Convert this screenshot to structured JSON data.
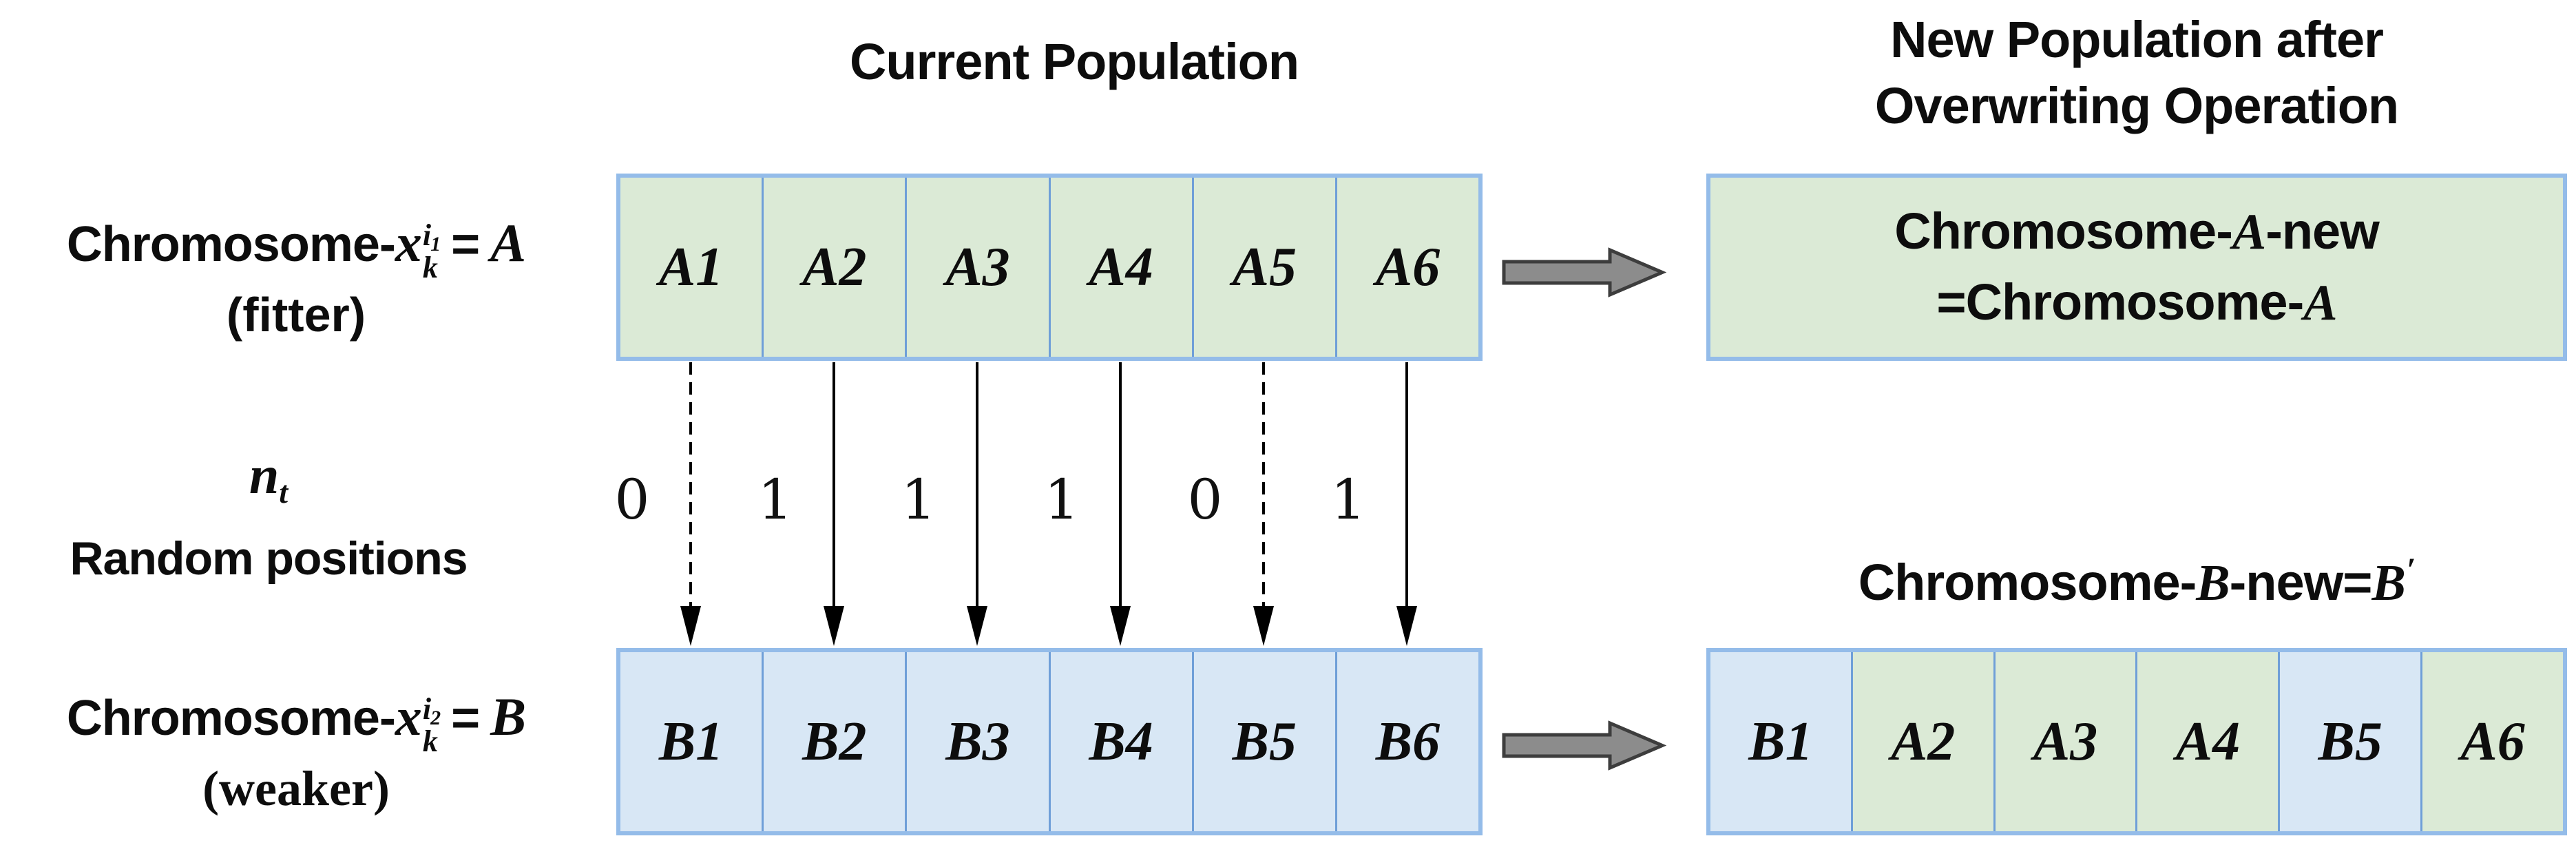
{
  "titles": {
    "current": "Current Population",
    "new_line1": "New Population after",
    "new_line2": "Overwriting Operation"
  },
  "left_labels": {
    "a": {
      "prefix": "Chromosome-",
      "variable": "x",
      "sup_base": "i",
      "sup_index": "1",
      "sub": "k",
      "eq": "=",
      "value": "A",
      "qualifier": "(fitter)"
    },
    "b": {
      "prefix": "Chromosome-",
      "variable": "x",
      "sup_base": "i",
      "sup_index": "2",
      "sub": "k",
      "eq": "=",
      "value": "B",
      "qualifier": "(weaker)"
    },
    "nt": {
      "variable": "n",
      "sub": "t",
      "caption": "Random positions"
    }
  },
  "population": {
    "row_a": [
      "A1",
      "A2",
      "A3",
      "A4",
      "A5",
      "A6"
    ],
    "row_b": [
      "B1",
      "B2",
      "B3",
      "B4",
      "B5",
      "B6"
    ]
  },
  "random_positions": {
    "values": [
      "0",
      "1",
      "1",
      "1",
      "0",
      "1"
    ]
  },
  "new_population": {
    "a_box": {
      "line1_prefix": "Chromosome-",
      "line1_var": "A",
      "line1_suffix": "-new",
      "line2_prefix": "=Chromosome-",
      "line2_var": "A"
    },
    "b_label": {
      "prefix": "Chromosome-",
      "var": "B",
      "mid": "-new=",
      "result_var": "B",
      "prime": "′"
    },
    "row": [
      {
        "label": "B1",
        "origin": "b"
      },
      {
        "label": "A2",
        "origin": "a"
      },
      {
        "label": "A3",
        "origin": "a"
      },
      {
        "label": "A4",
        "origin": "a"
      },
      {
        "label": "B5",
        "origin": "b"
      },
      {
        "label": "A6",
        "origin": "a"
      }
    ]
  },
  "colors": {
    "green_fill": "#dbead6",
    "blue_fill": "#d8e7f5",
    "outer_border": "#94bce9",
    "divider_border": "#6f9fd8",
    "arrow_gray": "#8c8c8c",
    "arrow_outline": "#3d3d3d",
    "line_black": "#000000"
  }
}
